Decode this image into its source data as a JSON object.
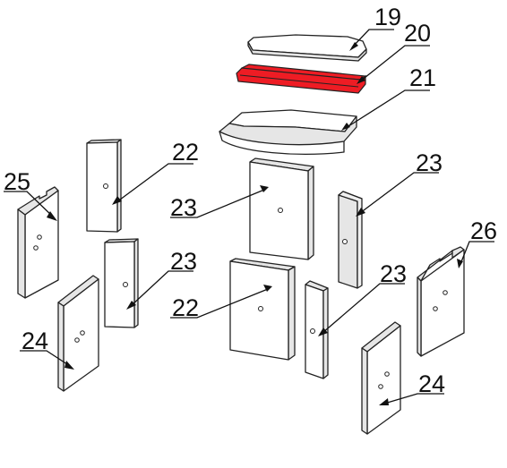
{
  "highlight_color": "#ee1c24",
  "parts": [
    {
      "id": "p19",
      "label": "19"
    },
    {
      "id": "p20",
      "label": "20",
      "highlighted": true
    },
    {
      "id": "p21",
      "label": "21"
    },
    {
      "id": "p22a",
      "label": "22"
    },
    {
      "id": "p22b",
      "label": "22"
    },
    {
      "id": "p23a",
      "label": "23"
    },
    {
      "id": "p23b",
      "label": "23"
    },
    {
      "id": "p23c",
      "label": "23"
    },
    {
      "id": "p23d",
      "label": "23"
    },
    {
      "id": "p24a",
      "label": "24"
    },
    {
      "id": "p24b",
      "label": "24"
    },
    {
      "id": "p25",
      "label": "25"
    },
    {
      "id": "p26",
      "label": "26"
    }
  ]
}
